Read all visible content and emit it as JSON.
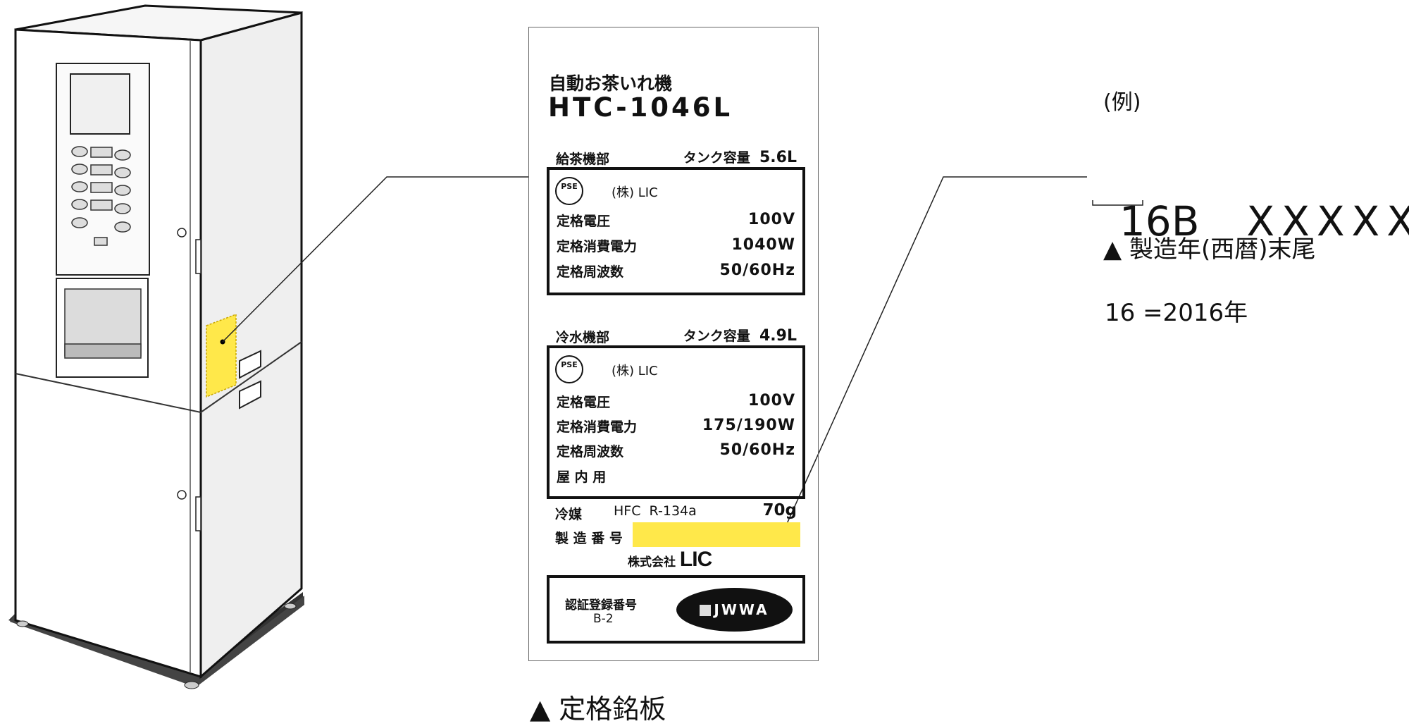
{
  "plate": {
    "product_name": "自動お茶いれ機",
    "model": "HTC-1046L",
    "tea_section": {
      "name": "給茶機部",
      "tank_label": "タンク容量",
      "tank_value": "5.6L",
      "mark": "PSE",
      "maker": "(株) LIC",
      "rows": [
        {
          "label": "定格電圧",
          "value": "100V"
        },
        {
          "label": "定格消費電力",
          "value": "1040W"
        },
        {
          "label": "定格周波数",
          "value": "50/60Hz"
        }
      ]
    },
    "water_section": {
      "name": "冷水機部",
      "tank_label": "タンク容量",
      "tank_value": "4.9L",
      "mark": "PSE",
      "maker": "(株) LIC",
      "rows": [
        {
          "label": "定格電圧",
          "value": "100V"
        },
        {
          "label": "定格消費電力",
          "value": "175/190W"
        },
        {
          "label": "定格周波数",
          "value": "50/60Hz"
        }
      ],
      "indoor": "屋 内 用"
    },
    "refrigerant_label": "冷媒",
    "refrigerant_type": "HFC  R-134a",
    "refrigerant_amount": "70g",
    "serial_label": "製 造 番 号",
    "company_prefix": "株式会社",
    "company_logo": "LIC",
    "cert_label": "認証登録番号",
    "cert_number": "B-2",
    "cert_logo": "JWWA",
    "highlight_color": "#FFE84A"
  },
  "caption": "▲ 定格銘板",
  "example": {
    "title": "(例)",
    "serial_year": "16",
    "serial_rest": "B  XXXXXX",
    "note": "▲ 製造年(西暦)末尾",
    "explanation": "16 =2016年"
  }
}
